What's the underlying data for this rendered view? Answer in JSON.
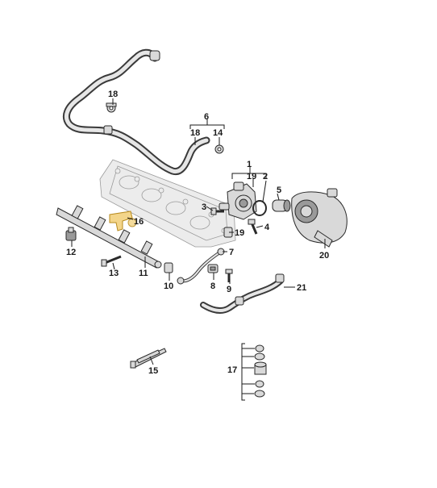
{
  "callouts": {
    "c1": "1",
    "c2": "2",
    "c3": "3",
    "c4": "4",
    "c5": "5",
    "c6": "6",
    "c7": "7",
    "c8": "8",
    "c9": "9",
    "c10": "10",
    "c11": "11",
    "c12": "12",
    "c13": "13",
    "c14": "14",
    "c15": "15",
    "c16": "16",
    "c17": "17",
    "c18a": "18",
    "c18b": "18",
    "c19a": "19",
    "c19b": "19",
    "c20": "20",
    "c21": "21"
  },
  "colors": {
    "highlight_part": "#f3d58a",
    "line": "#1a1a1a"
  }
}
